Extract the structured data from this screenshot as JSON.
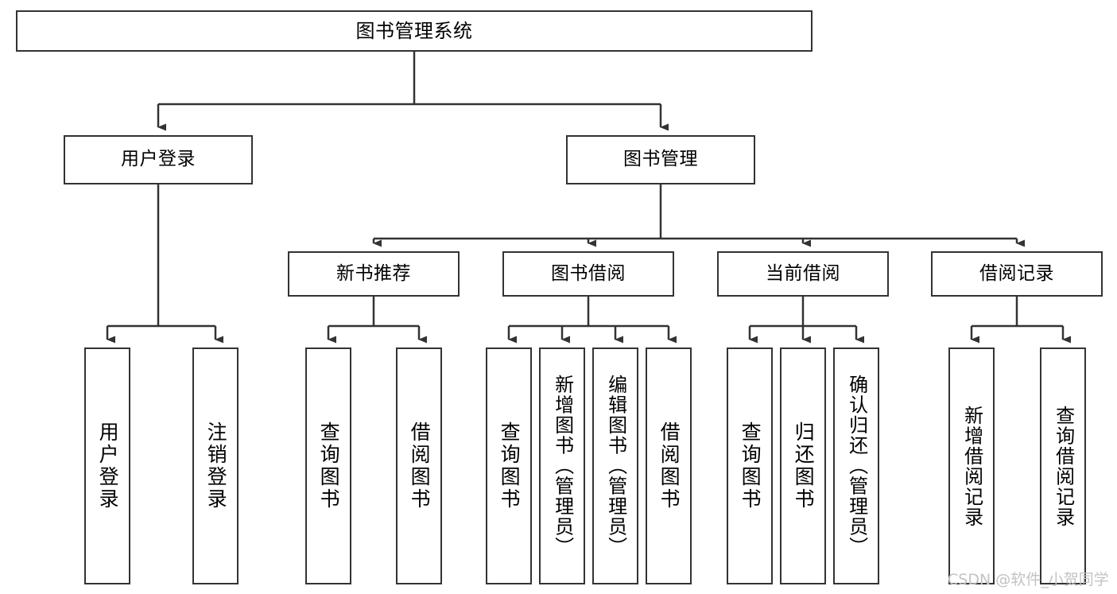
{
  "diagram": {
    "type": "tree-structure-chart",
    "title_node": {
      "id": "root",
      "label": "图书管理系统"
    },
    "level2": [
      {
        "id": "user-login",
        "label": "用户登录"
      },
      {
        "id": "book-manage",
        "label": "图书管理"
      }
    ],
    "level3": [
      {
        "id": "new-book-recommend",
        "label": "新书推荐"
      },
      {
        "id": "book-borrow",
        "label": "图书借阅"
      },
      {
        "id": "current-borrow",
        "label": "当前借阅"
      },
      {
        "id": "borrow-record",
        "label": "借阅记录"
      }
    ],
    "leaves": [
      {
        "id": "leaf-user-login",
        "label": "用户登录",
        "parent": "user-login"
      },
      {
        "id": "leaf-user-logout",
        "label": "注销登录",
        "parent": "user-login"
      },
      {
        "id": "leaf-query-book-1",
        "label": "查询图书",
        "parent": "new-book-recommend"
      },
      {
        "id": "leaf-borrow-book-1",
        "label": "借阅图书",
        "parent": "new-book-recommend"
      },
      {
        "id": "leaf-query-book-2",
        "label": "查询图书",
        "parent": "book-borrow"
      },
      {
        "id": "leaf-add-book",
        "label": "新增图书（管理员）",
        "parent": "book-borrow"
      },
      {
        "id": "leaf-edit-book",
        "label": "编辑图书（管理员）",
        "parent": "book-borrow"
      },
      {
        "id": "leaf-borrow-book-2",
        "label": "借阅图书",
        "parent": "book-borrow"
      },
      {
        "id": "leaf-query-book-3",
        "label": "查询图书",
        "parent": "current-borrow"
      },
      {
        "id": "leaf-return-book",
        "label": "归还图书",
        "parent": "current-borrow"
      },
      {
        "id": "leaf-confirm-return",
        "label": "确认归还（管理员）",
        "parent": "current-borrow"
      },
      {
        "id": "leaf-add-record",
        "label": "新增借阅记录",
        "parent": "borrow-record"
      },
      {
        "id": "leaf-query-record",
        "label": "查询借阅记录",
        "parent": "borrow-record"
      }
    ],
    "colors": {
      "stroke": "#333333",
      "fill": "#ffffff",
      "text": "#000000",
      "watermark": "#c3c3c3"
    }
  },
  "watermark": {
    "text": "CSDN @软件_小贺同学"
  }
}
